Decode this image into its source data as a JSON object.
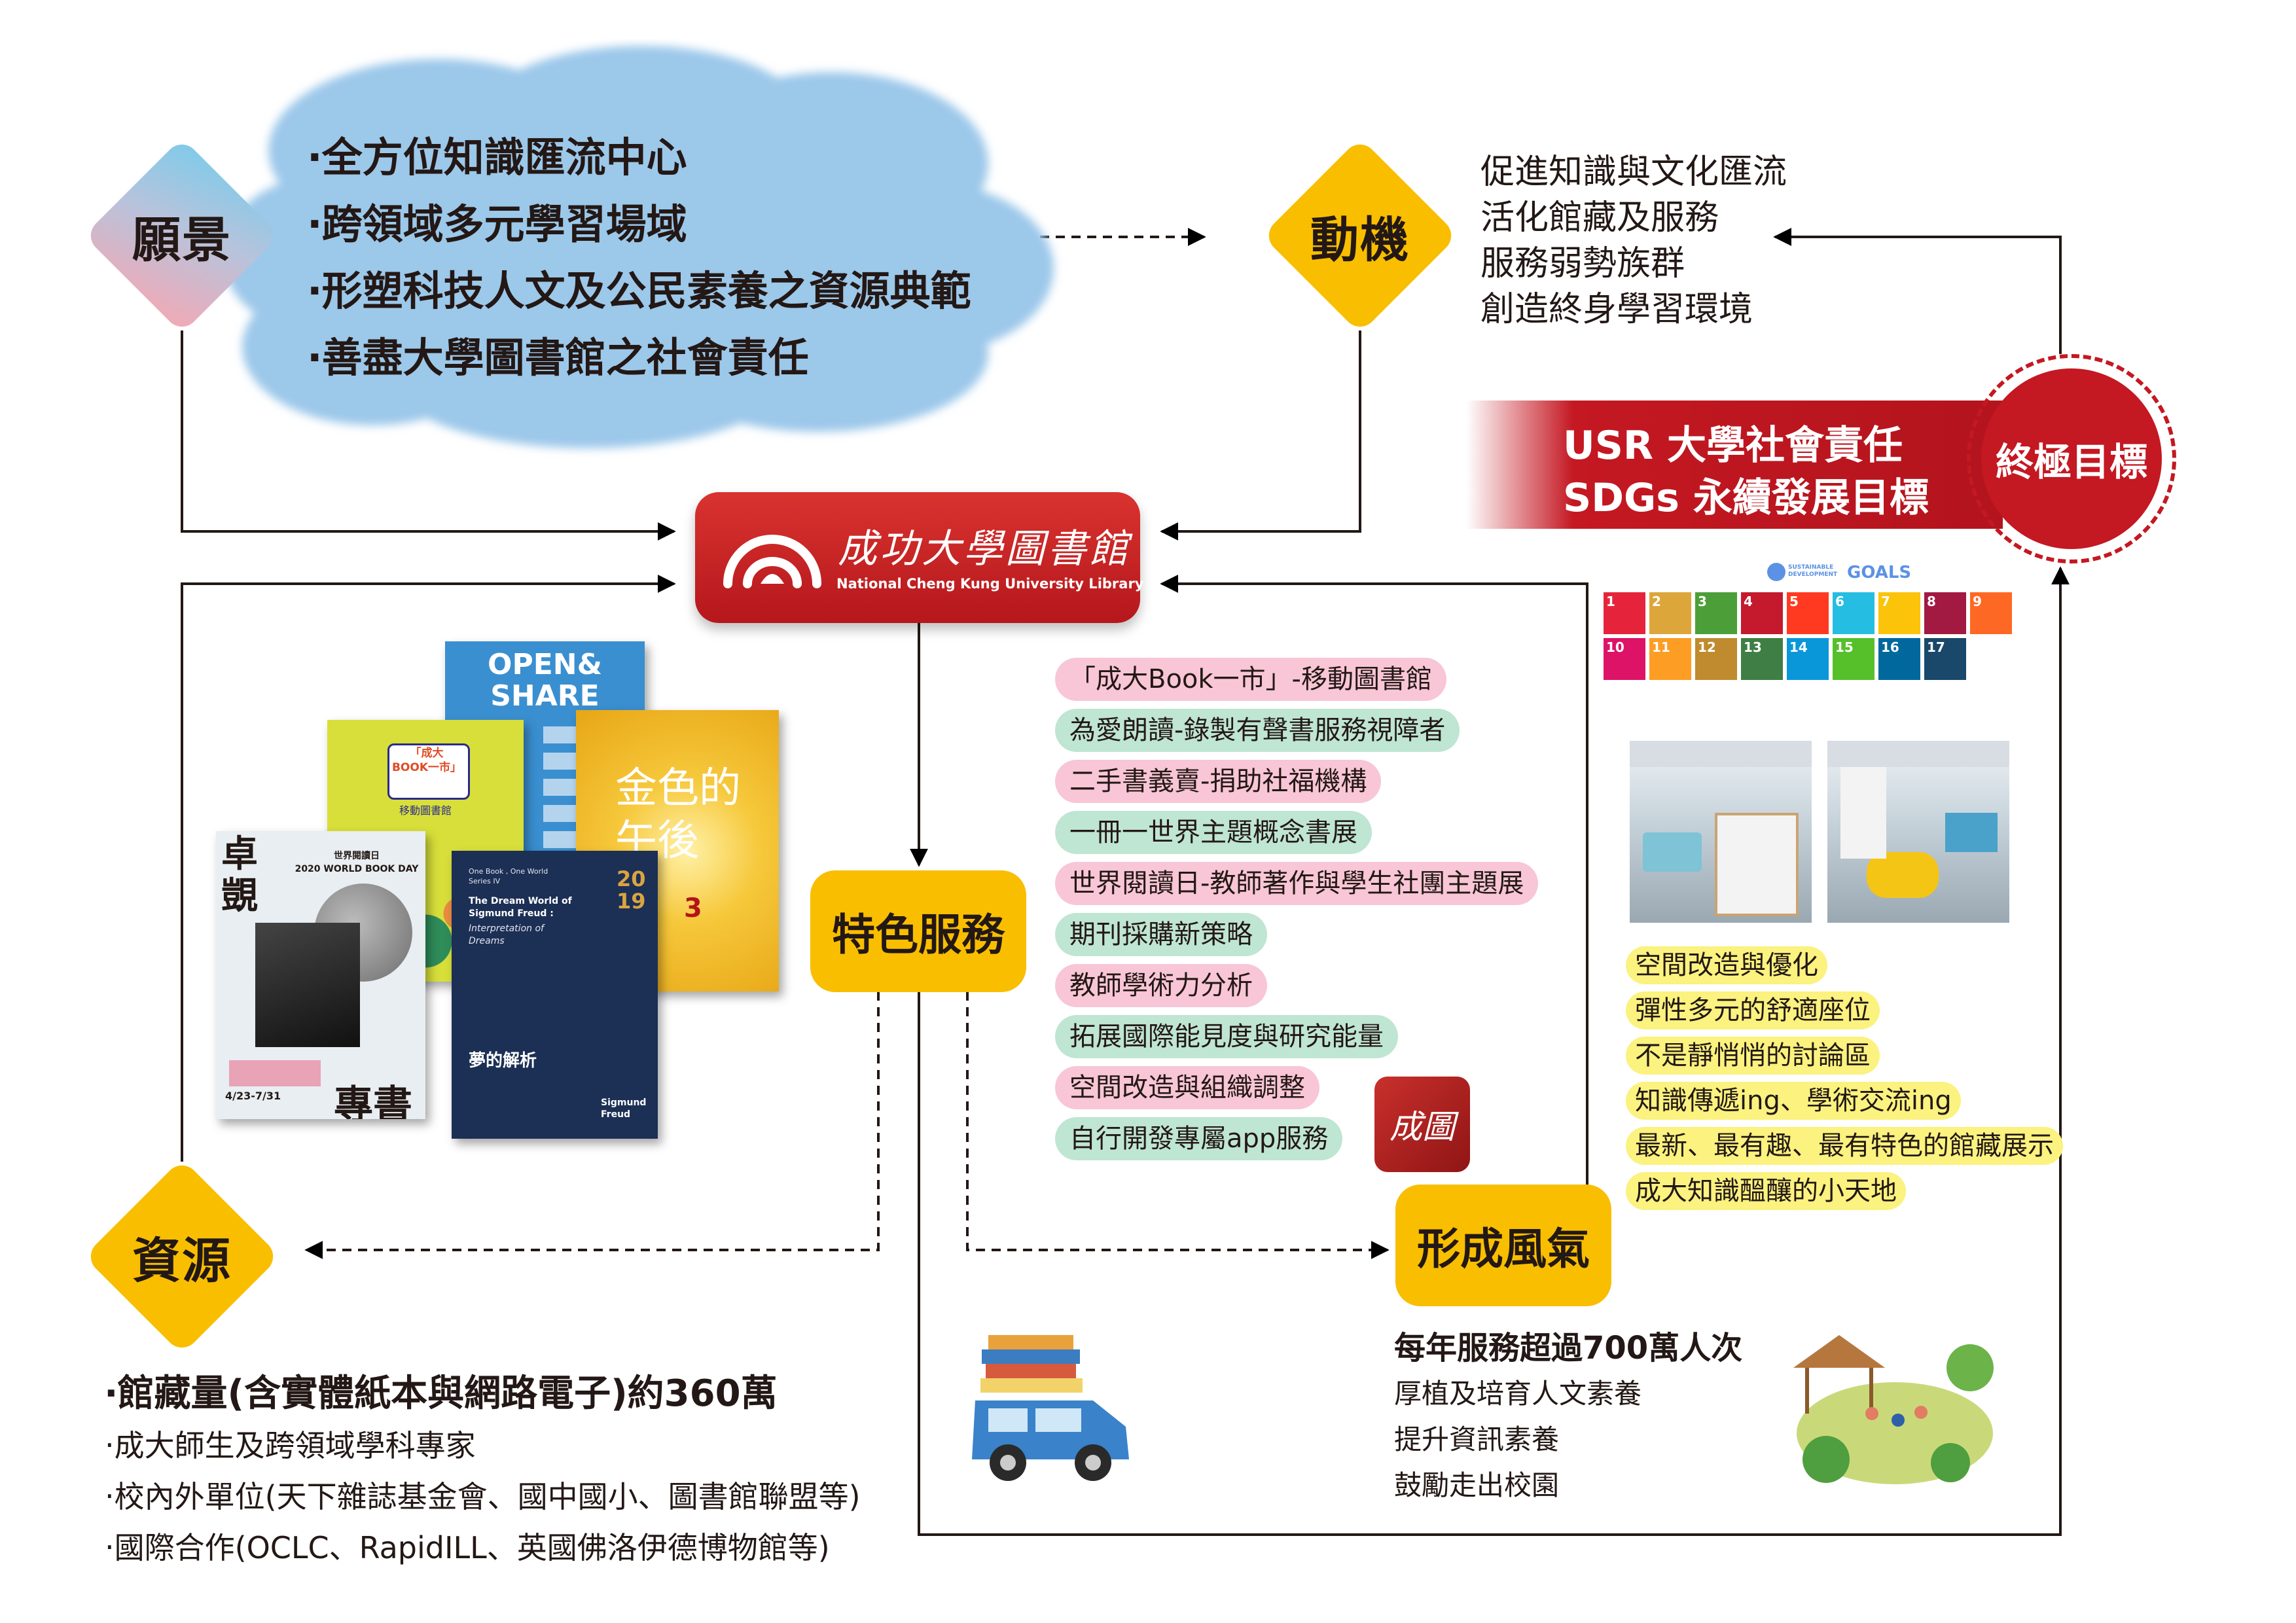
{
  "vision": {
    "label": "願景",
    "items": [
      "‧全方位知識匯流中心",
      "‧跨領域多元學習場域",
      "‧形塑科技人文及公民素養之資源典範",
      "‧善盡大學圖書館之社會責任"
    ]
  },
  "motivation": {
    "label": "動機",
    "items": [
      "促進知識與文化匯流",
      "活化館藏及服務",
      "服務弱勢族群",
      "創造終身學習環境"
    ]
  },
  "ultimate": {
    "label": "終極目標",
    "line1": "USR 大學社會責任",
    "line2": "SDGs 永續發展目標"
  },
  "library": {
    "name_cn": "成功大學圖書館",
    "name_en": "National Cheng Kung University Library"
  },
  "sdg_logo": {
    "prefix": "SUSTAINABLE DEVELOPMENT",
    "goals": "GOALS",
    "tiles": [
      "1",
      "2",
      "3",
      "4",
      "5",
      "6",
      "7",
      "8",
      "9",
      "10",
      "11",
      "12",
      "13",
      "14",
      "15",
      "16",
      "17"
    ],
    "colors": [
      "#e5243b",
      "#dda63a",
      "#4c9f38",
      "#c5192d",
      "#ff3a21",
      "#26bde2",
      "#fcc30b",
      "#a21942",
      "#fd6925",
      "#dd1367",
      "#fd9d24",
      "#bf8b2e",
      "#3f7e44",
      "#0a97d9",
      "#56c02b",
      "#00689d",
      "#19486a"
    ]
  },
  "features": {
    "label": "特色服務",
    "items": [
      {
        "text": "「成大Book一市」-移動圖書館",
        "color": "pink"
      },
      {
        "text": "為愛朗讀-錄製有聲書服務視障者",
        "color": "green"
      },
      {
        "text": "二手書義賣-捐助社福機構",
        "color": "pink"
      },
      {
        "text": "一冊一世界主題概念書展",
        "color": "green"
      },
      {
        "text": "世界閱讀日-教師著作與學生社團主題展",
        "color": "pink"
      },
      {
        "text": "期刊採購新策略",
        "color": "green"
      },
      {
        "text": "教師學術力分析",
        "color": "pink"
      },
      {
        "text": "拓展國際能見度與研究能量",
        "color": "green"
      },
      {
        "text": "空間改造與組織調整",
        "color": "pink"
      },
      {
        "text": "自行開發專屬app服務",
        "color": "green"
      }
    ],
    "app_icon": "成圖"
  },
  "space": {
    "items": [
      "空間改造與優化",
      "彈性多元的舒適座位",
      "不是靜悄悄的討論區",
      "知識傳遞ing、學術交流ing",
      "最新、最有趣、最有特色的館藏展示",
      "成大知識醞釀的小天地"
    ]
  },
  "resources": {
    "label": "資源",
    "main": "‧館藏量(含實體紙本與網路電子)約360萬",
    "items": [
      "‧成大師生及跨領域學科專家",
      "‧校內外單位(天下雜誌基金會、國中國小、圖書館聯盟等)",
      "‧國際合作(OCLC、RapidILL、英國佛洛伊德博物館等)"
    ]
  },
  "atmosphere": {
    "label": "形成風氣",
    "main": "每年服務超過700萬人次",
    "items": [
      "厚植及培育人文素養",
      "提升資訊素養",
      "鼓勵走出校園"
    ]
  },
  "books": {
    "open_share": [
      "OPEN&",
      "SHARE"
    ],
    "book_market": [
      "「成大",
      "BOOK一市」",
      "移動圖書館"
    ],
    "golden": "金色的午後",
    "golden_num": "3",
    "world_book_day": [
      "世界閱讀日",
      "2020 WORLD BOOK DAY"
    ],
    "world_book_day_side": [
      "卓",
      "覬"
    ],
    "world_book_day_date": "4/23-7/31",
    "world_book_day_bottom": "專書",
    "dream_top": [
      "One Book , One World",
      "Series IV"
    ],
    "dream_title": [
      "The Dream World of",
      "Sigmund Freud :"
    ],
    "dream_sub": [
      "Interpretation of",
      "Dreams"
    ],
    "dream_year": [
      "20",
      "19"
    ],
    "dream_cn": "夢的解析",
    "dream_author": [
      "Sigmund",
      "Freud"
    ]
  }
}
